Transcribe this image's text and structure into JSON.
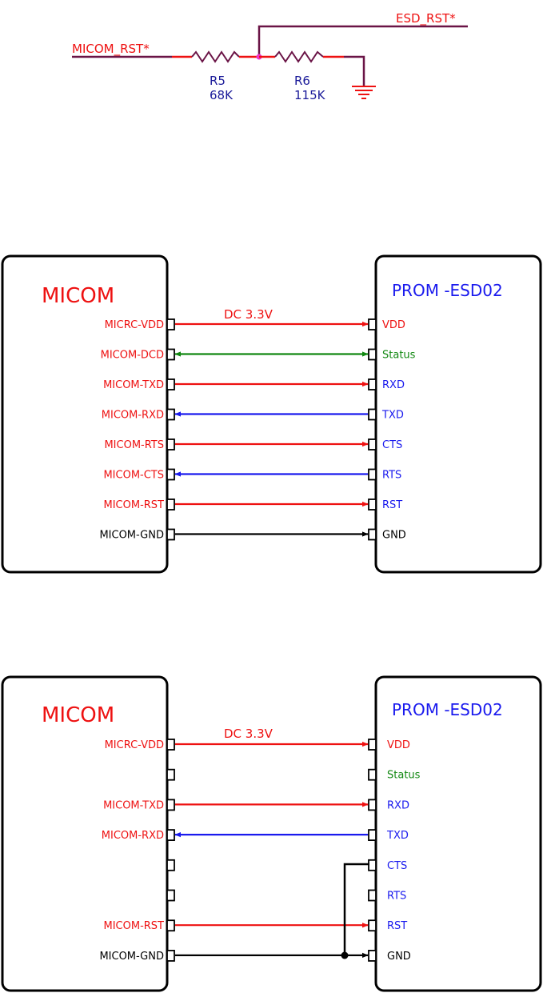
{
  "colors": {
    "red": "#ee1111",
    "blue": "#1a1aee",
    "green": "#118811",
    "black": "#000000",
    "maroon": "#6a1446",
    "wire_dark": "#7a1a4a",
    "junction": "#ee33cc"
  },
  "circuit": {
    "net_left": "MICOM_RST*",
    "net_right": "ESD_RST*",
    "r5": {
      "ref": "R5",
      "value": "68K"
    },
    "r6": {
      "ref": "R6",
      "value": "115K"
    },
    "ground_icon": "ground-icon"
  },
  "diagram1": {
    "left_title": "MICOM",
    "right_title": "PROM -ESD02",
    "voltage_label": "DC 3.3V",
    "rows": [
      {
        "left": "MICRC-VDD",
        "right": "VDD",
        "left_color": "red",
        "right_color": "red",
        "line_color": "red",
        "dir": "right"
      },
      {
        "left": "MICOM-DCD",
        "right": "Status",
        "left_color": "red",
        "right_color": "green",
        "line_color": "green",
        "dir": "both"
      },
      {
        "left": "MICOM-TXD",
        "right": "RXD",
        "left_color": "red",
        "right_color": "blue",
        "line_color": "red",
        "dir": "right"
      },
      {
        "left": "MICOM-RXD",
        "right": "TXD",
        "left_color": "red",
        "right_color": "blue",
        "line_color": "blue",
        "dir": "left"
      },
      {
        "left": "MICOM-RTS",
        "right": "CTS",
        "left_color": "red",
        "right_color": "blue",
        "line_color": "red",
        "dir": "right"
      },
      {
        "left": "MICOM-CTS",
        "right": "RTS",
        "left_color": "red",
        "right_color": "blue",
        "line_color": "blue",
        "dir": "left"
      },
      {
        "left": "MICOM-RST",
        "right": "RST",
        "left_color": "red",
        "right_color": "blue",
        "line_color": "red",
        "dir": "right"
      },
      {
        "left": "MICOM-GND",
        "right": "GND",
        "left_color": "black",
        "right_color": "black",
        "line_color": "black",
        "dir": "right"
      }
    ]
  },
  "diagram2": {
    "left_title": "MICOM",
    "right_title": "PROM -ESD02",
    "voltage_label": "DC 3.3V",
    "rows": [
      {
        "left": "MICRC-VDD",
        "right": "VDD",
        "left_color": "red",
        "right_color": "red",
        "line_color": "red",
        "dir": "right"
      },
      {
        "left": "",
        "right": "Status",
        "left_color": "red",
        "right_color": "green",
        "line_color": "",
        "dir": "none"
      },
      {
        "left": "MICOM-TXD",
        "right": "RXD",
        "left_color": "red",
        "right_color": "blue",
        "line_color": "red",
        "dir": "right"
      },
      {
        "left": "MICOM-RXD",
        "right": "TXD",
        "left_color": "red",
        "right_color": "blue",
        "line_color": "blue",
        "dir": "left"
      },
      {
        "left": "",
        "right": "CTS",
        "left_color": "red",
        "right_color": "blue",
        "line_color": "",
        "dir": "none"
      },
      {
        "left": "",
        "right": "RTS",
        "left_color": "red",
        "right_color": "blue",
        "line_color": "",
        "dir": "none"
      },
      {
        "left": "MICOM-RST",
        "right": "RST",
        "left_color": "red",
        "right_color": "blue",
        "line_color": "red",
        "dir": "right"
      },
      {
        "left": "MICOM-GND",
        "right": "GND",
        "left_color": "black",
        "right_color": "black",
        "line_color": "black",
        "dir": "right"
      }
    ],
    "cts_tied_to": "GND"
  }
}
